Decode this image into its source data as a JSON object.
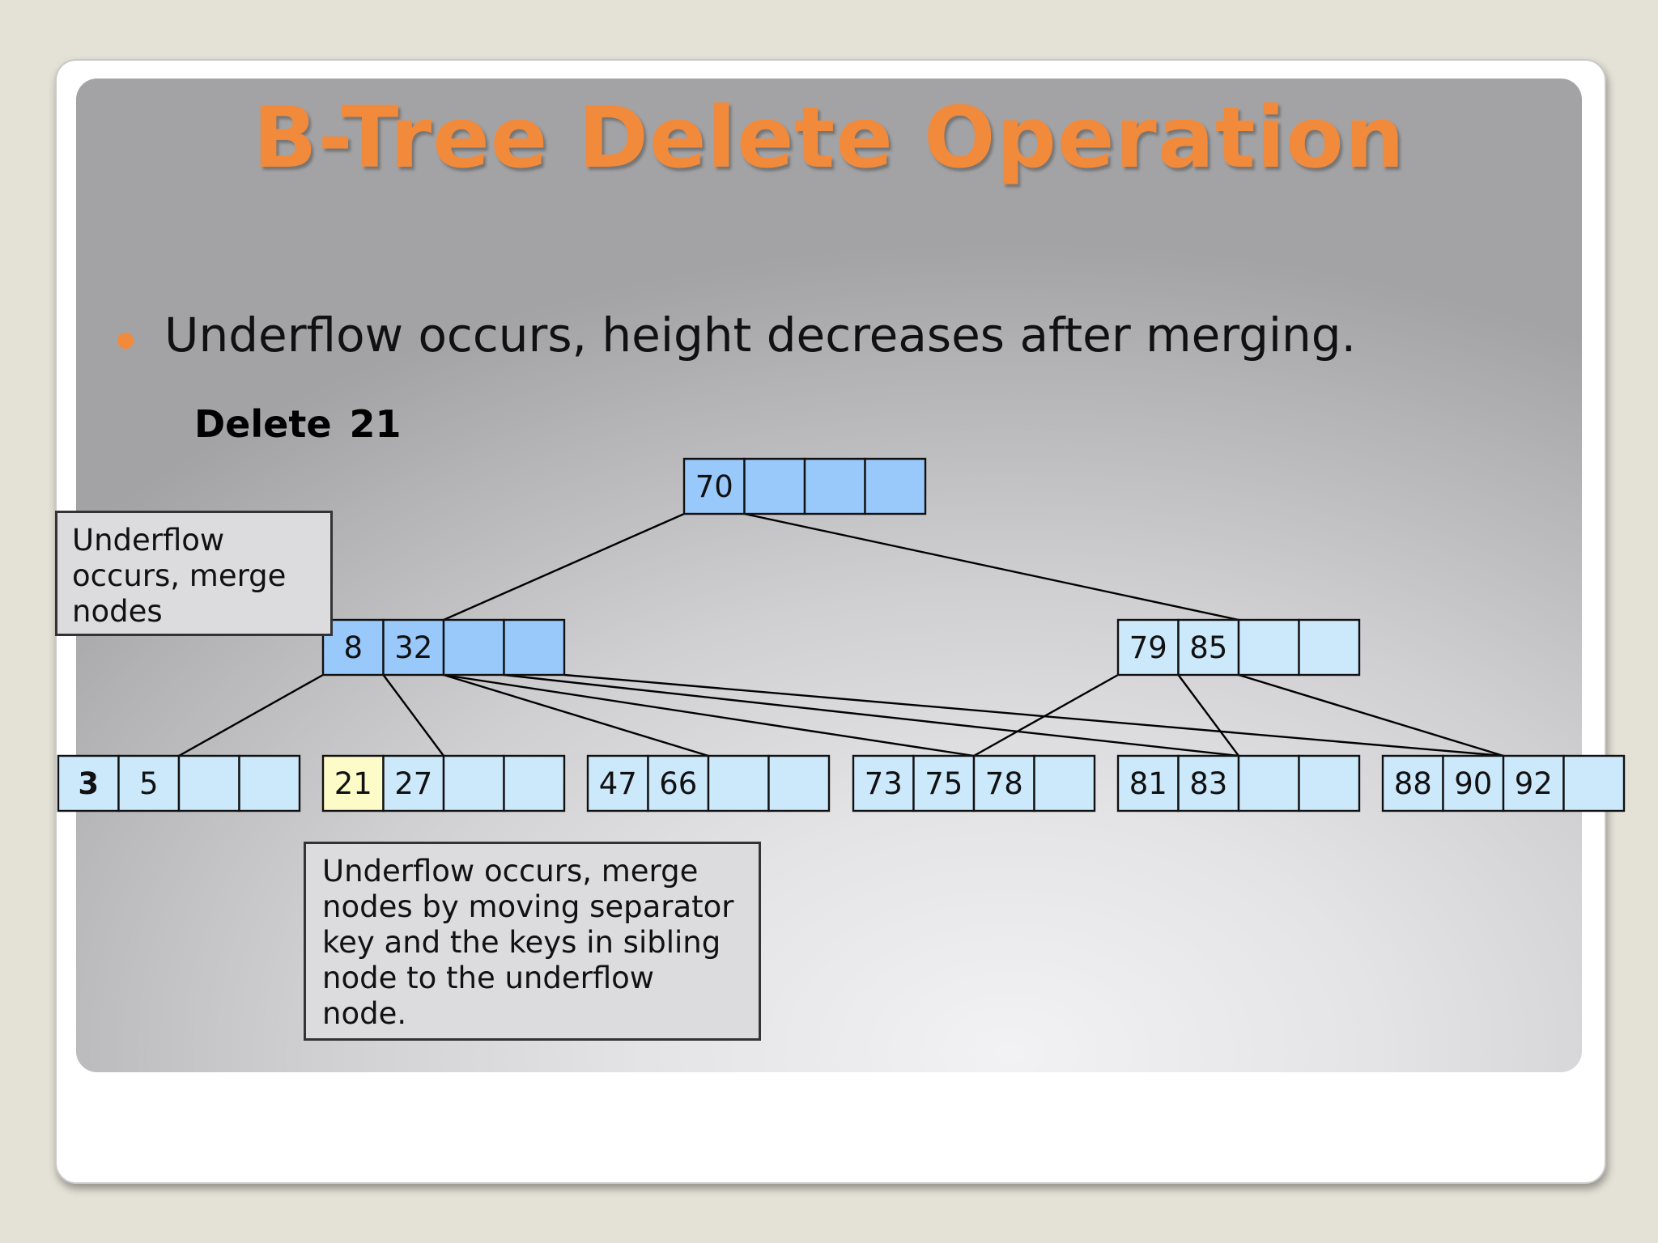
{
  "slide": {
    "title": "B-Tree Delete Operation",
    "bullet": "Underflow occurs, height decreases after merging.",
    "step_label": "Delete  21"
  },
  "callouts": [
    {
      "lines": [
        "Underflow",
        "occurs, merge",
        "nodes"
      ]
    },
    {
      "lines": [
        "Underflow occurs, merge",
        "nodes by moving separator",
        "key and the keys in sibling",
        "node to the underflow",
        "node."
      ]
    }
  ],
  "colors": {
    "title": "#f28a3c",
    "bullet_dot": "#f28a3c",
    "internal_node_fill": "#99c9fb",
    "leaf_node_fill": "#cce8fb",
    "deleted_key_fill": "#fdfcc8",
    "edge": "#000000"
  },
  "tree": {
    "root": {
      "keys": [
        "70",
        "",
        "",
        ""
      ]
    },
    "level1": [
      {
        "keys": [
          "8",
          "32",
          "",
          ""
        ]
      },
      {
        "keys": [
          "79",
          "85",
          "",
          ""
        ]
      }
    ],
    "leaves": [
      {
        "keys": [
          "3",
          "5",
          "",
          ""
        ],
        "bold_key": "3"
      },
      {
        "keys": [
          "21",
          "27",
          "",
          ""
        ],
        "deleted_key": "21"
      },
      {
        "keys": [
          "47",
          "66",
          "",
          ""
        ]
      },
      {
        "keys": [
          "73",
          "75",
          "78",
          ""
        ]
      },
      {
        "keys": [
          "81",
          "83",
          "",
          ""
        ]
      },
      {
        "keys": [
          "88",
          "90",
          "92",
          ""
        ]
      }
    ]
  }
}
